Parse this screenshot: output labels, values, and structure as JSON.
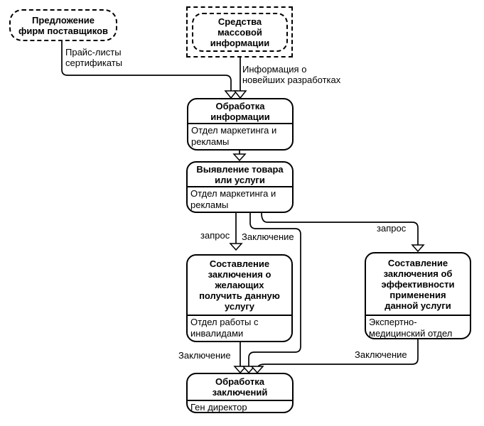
{
  "diagram": {
    "type": "flowchart",
    "language": "ru",
    "colors": {
      "line": "#000000",
      "background": "#ffffff",
      "node_fill": "#ffffff",
      "text": "#000000"
    },
    "nodes": {
      "suppliers": {
        "title": "Предложение\nфирм поставщиков",
        "shape": "dashed-rounded"
      },
      "media": {
        "title": "Средства\nмассовой\nинформации",
        "shape": "dashed-rounded-in-dashed-rect"
      },
      "info_processing": {
        "title": "Обработка\nинформации",
        "department": "Отдел маркетинга и\nрекламы",
        "shape": "rounded-with-compartment"
      },
      "product_identification": {
        "title": "Выявление товара\nили услуги",
        "department": "Отдел маркетинга и\nрекламы",
        "shape": "rounded-with-compartment"
      },
      "conclusion_applicants": {
        "title": "Составление\nзаключения о\nжелающих\nполучить данную\nуслугу",
        "department": "Отдел работы с\nинвалидами",
        "shape": "rounded-with-compartment"
      },
      "conclusion_effectiveness": {
        "title": "Составление\nзаключения об\nэффективности\nприменения\nданной услуги",
        "department": "Экспертно-\nмедицинский  отдел",
        "shape": "rounded-with-compartment"
      },
      "conclusions_processing": {
        "title": "Обработка\nзаключений",
        "department": "Ген директор",
        "shape": "rounded-with-compartment"
      }
    },
    "edges": [
      {
        "from": "suppliers",
        "to": "info_processing",
        "label": "Прайс-листы\nсертификаты"
      },
      {
        "from": "media",
        "to": "info_processing",
        "label": "Информация о\nновейших разработках"
      },
      {
        "from": "info_processing",
        "to": "product_identification",
        "label": ""
      },
      {
        "from": "product_identification",
        "to": "conclusion_applicants",
        "label": "запрос"
      },
      {
        "from": "product_identification",
        "to": "conclusions_processing",
        "label": "Заключение"
      },
      {
        "from": "product_identification",
        "to": "conclusion_effectiveness",
        "label": "запрос"
      },
      {
        "from": "conclusion_applicants",
        "to": "conclusions_processing",
        "label": "Заключение"
      },
      {
        "from": "conclusion_effectiveness",
        "to": "conclusions_processing",
        "label": "Заключение"
      }
    ],
    "edge_labels": {
      "price_lists": "Прайс-листы\nсертификаты",
      "new_developments": "Информация о\nновейших разработках",
      "request_left": "запрос",
      "conclusion_center": "Заключение",
      "request_right": "запрос",
      "conclusion_bottom_left": "Заключение",
      "conclusion_bottom_right": "Заключение"
    }
  }
}
